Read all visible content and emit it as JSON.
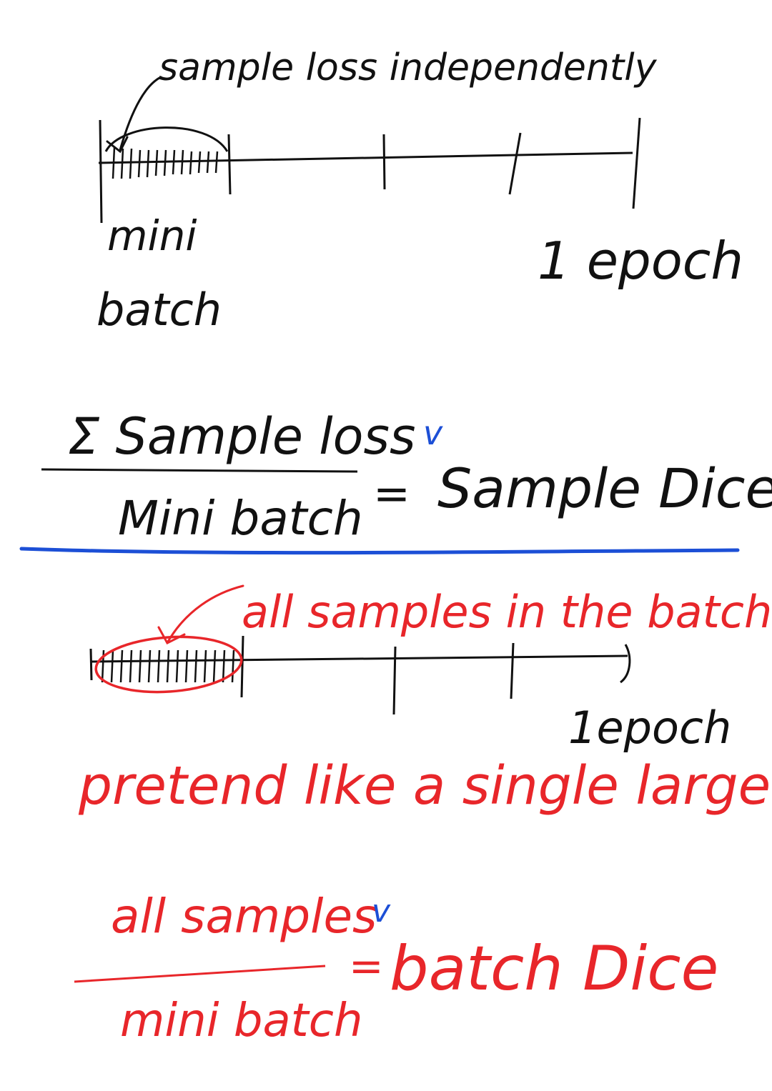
{
  "colors": {
    "ink": "#111111",
    "red": "#e8262a",
    "blue": "#1c4fd6",
    "background": "#ffffff"
  },
  "section1": {
    "top_note": "sample loss independently",
    "mini_label": "mini",
    "batch_label": "batch",
    "epoch_label": "1 epoch",
    "numerator": "Σ Sample loss",
    "denominator": "Mini batch",
    "equals": "=",
    "check": "v",
    "result": "Sample Dice"
  },
  "section2": {
    "top_note": "all samples in the batch",
    "epoch_label": "1epoch",
    "description": "pretend like a single large sample",
    "numerator": "all samples",
    "denominator": "mini batch",
    "equals": "=",
    "check": "v",
    "result": "batch Dice"
  }
}
